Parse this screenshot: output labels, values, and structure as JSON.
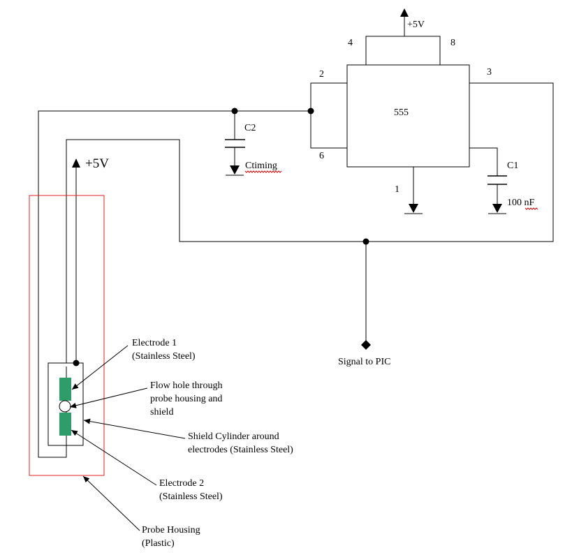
{
  "chip": {
    "label": "555",
    "pin2": "2",
    "pin3": "3",
    "pin4": "4",
    "pin8": "8",
    "pin6": "6",
    "pin1": "1"
  },
  "supply": {
    "top_label": "+5V",
    "probe_label": "+5V"
  },
  "capacitors": {
    "c2": {
      "name": "C2",
      "value": "Ctiming"
    },
    "c1": {
      "name": "C1",
      "value": "100 nF"
    }
  },
  "output": {
    "label": "Signal to PIC"
  },
  "annotations": {
    "electrode1": [
      "Electrode 1",
      "(Stainless Steel)"
    ],
    "flow_hole": [
      "Flow hole through",
      "probe housing and",
      "shield"
    ],
    "shield": [
      "Shield Cylinder  around",
      "electrodes (Stainless Steel)"
    ],
    "electrode2": [
      "Electrode 2",
      "(Stainless Steel)"
    ],
    "housing": [
      "Probe Housing",
      "(Plastic)"
    ]
  },
  "colors": {
    "electrode": "#2e9d6a",
    "housing_outline": "#e02020",
    "wire": "#000000"
  }
}
